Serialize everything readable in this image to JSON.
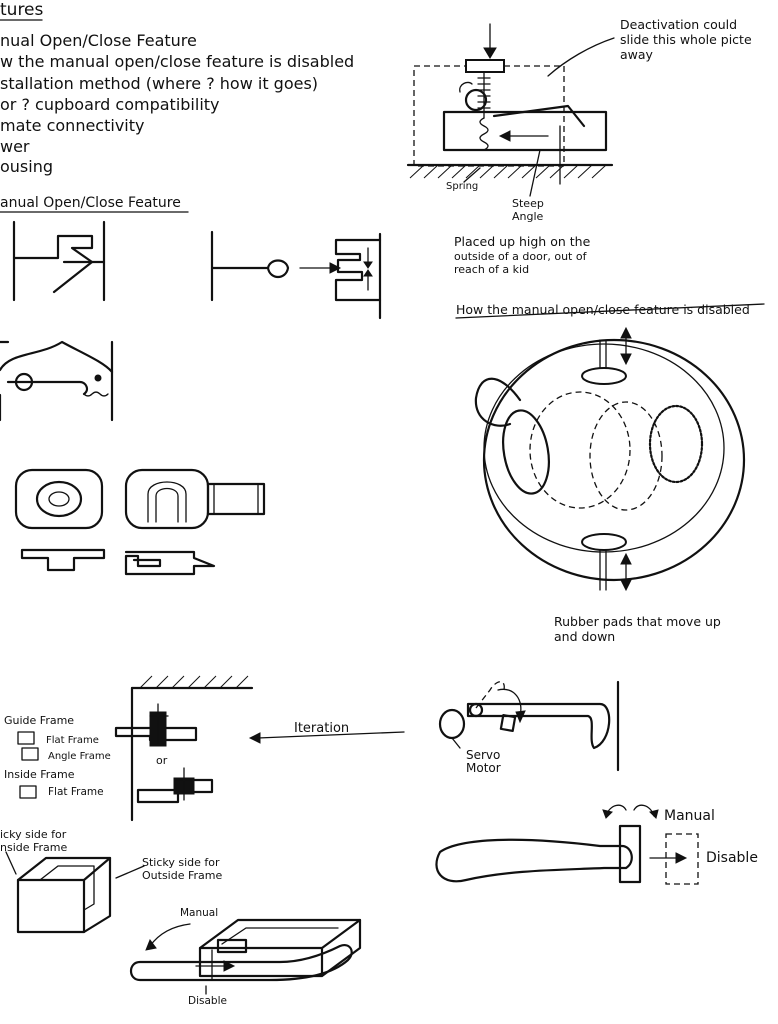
{
  "feature_list": {
    "heading": "tures",
    "items": [
      "nual Open/Close Feature",
      "w the manual open/close feature is disabled",
      "stallation method (where ? how it goes)",
      "or ? cupboard compatibility",
      "mate connectivity",
      "wer",
      "ousing"
    ]
  },
  "manual_section": {
    "title": "anual Open/Close Feature"
  },
  "latch_sketch": {
    "note_deactivation": [
      "Deactivation could",
      "slide this whole picte",
      "away"
    ],
    "label_spring": "Spring",
    "label_steep_angle": [
      "Steep",
      "Angle"
    ],
    "note_placement": [
      "Placed up high on the",
      "outside of a door, out of",
      "reach of a kid"
    ]
  },
  "disabled_section": {
    "title": "How the manual open/close feature is disabled",
    "label_rubber_pads": [
      "Rubber pads that move up",
      "and down"
    ]
  },
  "frame_sketch": {
    "guide_frame": "Guide Frame",
    "flat_frame": "Flat Frame",
    "angle_frame": "Angle Frame",
    "inside_frame": "Inside Frame",
    "inside_flat_frame": "Flat Frame",
    "or_label": "or",
    "sticky_inside": [
      "icky side for",
      "nside Frame"
    ],
    "sticky_outside": [
      "Sticky side for",
      "Outside Frame"
    ]
  },
  "iteration_label": "Iteration",
  "servo_sketch": {
    "label": [
      "Servo",
      "Motor"
    ]
  },
  "handle_sketch": {
    "manual": "Manual",
    "disable": "Disable"
  },
  "box_sketch": {
    "manual": "Manual",
    "disable": "Disable"
  }
}
